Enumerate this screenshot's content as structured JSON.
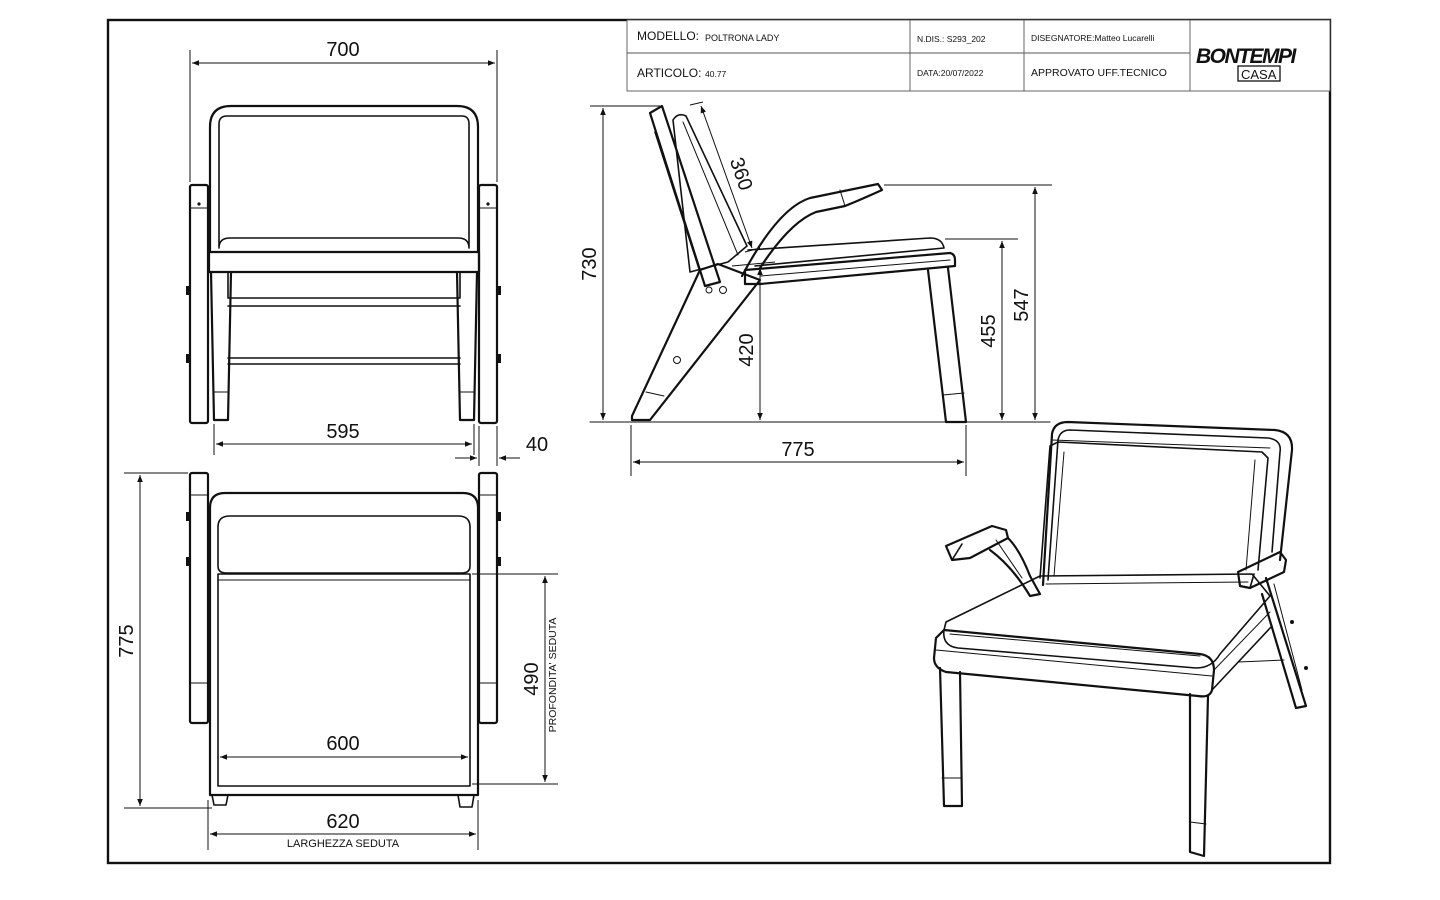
{
  "title_block": {
    "modello_label": "MODELLO:",
    "modello_value": "POLTRONA LADY",
    "ndis": "N.DIS.: S293_202",
    "designer": "DISEGNATORE:Matteo Lucarelli",
    "articolo_label": "ARTICOLO:",
    "articolo_value": "40.77",
    "data": "DATA:20/07/2022",
    "approvato": "APPROVATO UFF.TECNICO",
    "logo_main": "BONTEMPI",
    "logo_sub": "CASA"
  },
  "front_view": {
    "width_overall": "700",
    "width_between_legs": "595",
    "arm_thickness": "40"
  },
  "top_view": {
    "depth_overall": "775",
    "seat_width": "600",
    "width_total": "620",
    "width_caption": "LARGHEZZA SEDUTA",
    "seat_depth": "490",
    "depth_caption": "PROFONDITA' SEDUTA"
  },
  "side_view": {
    "height_total": "730",
    "back_length": "360",
    "seat_height": "420",
    "seat_front_height": "455",
    "arm_height": "547",
    "depth": "775"
  }
}
